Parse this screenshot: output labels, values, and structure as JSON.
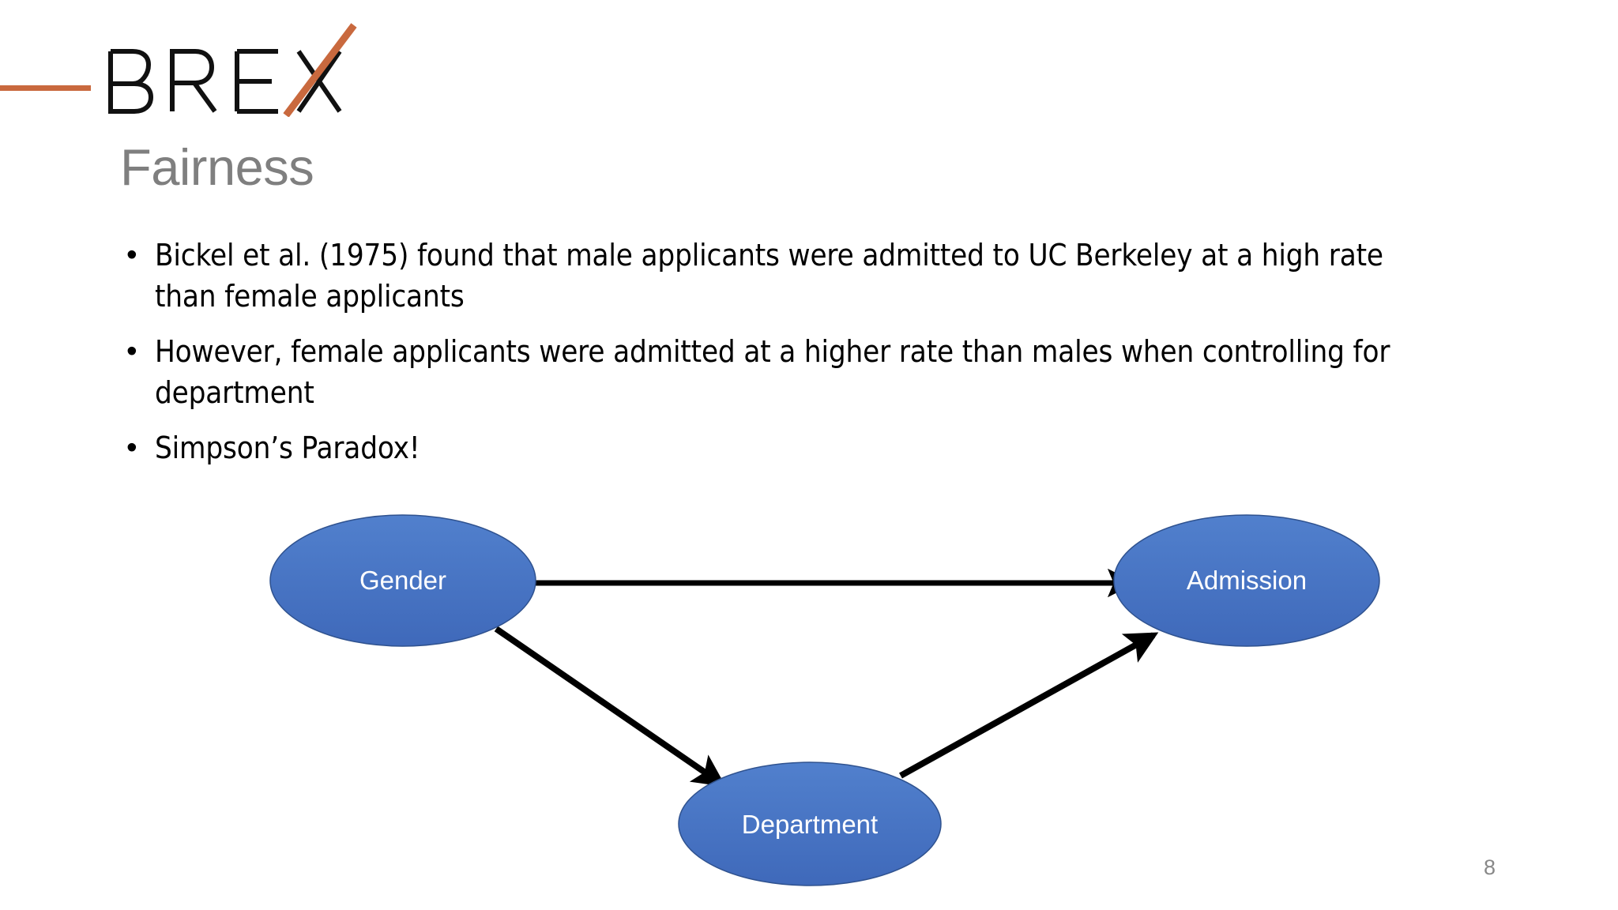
{
  "slide": {
    "background_color": "#ffffff",
    "logo": {
      "wordmark": "BREX",
      "rule_color": "#c9693e",
      "slash_color": "#c9693e",
      "text_color": "#111111"
    },
    "title": "Fairness",
    "title_color": "#7f7f7f",
    "bullets": [
      {
        "marker": "•",
        "text": "Bickel et al. (1975) found that male applicants were admitted to UC Berkeley at a high rate than female applicants"
      },
      {
        "marker": "•",
        "text": "However, female applicants were admitted at a higher rate than males when controlling for department"
      },
      {
        "marker": "•",
        "text": "Simpson’s Paradox!"
      }
    ],
    "page_number": "8",
    "page_number_color": "#888888"
  },
  "diagram": {
    "type": "directed-graph",
    "node_fill": "#4472c4",
    "node_stroke": "#2f528f",
    "node_text_color": "#ffffff",
    "edge_color": "#000000",
    "nodes": [
      {
        "id": "gender",
        "label": "Gender"
      },
      {
        "id": "admission",
        "label": "Admission"
      },
      {
        "id": "department",
        "label": "Department"
      }
    ],
    "edges": [
      {
        "from": "gender",
        "to": "admission"
      },
      {
        "from": "gender",
        "to": "department"
      },
      {
        "from": "department",
        "to": "admission"
      }
    ]
  }
}
